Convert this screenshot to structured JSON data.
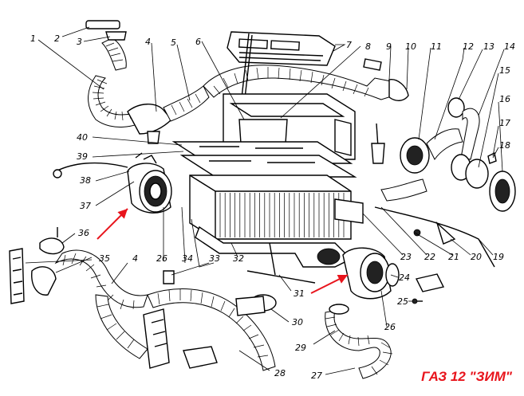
{
  "caption": {
    "text": "ГАЗ 12 \"ЗИМ\"",
    "color": "#e8141c"
  },
  "arrow_color": "#e8141c",
  "labels": {
    "l1": "1",
    "l2": "2",
    "l3": "3",
    "l4a": "4",
    "l5": "5",
    "l6": "6",
    "l7": "7",
    "l8": "8",
    "l9": "9",
    "l10": "10",
    "l11": "11",
    "l12": "12",
    "l13": "13",
    "l14": "14",
    "l15": "15",
    "l16": "16",
    "l17": "17",
    "l18": "18",
    "l19": "19",
    "l20": "20",
    "l21": "21",
    "l22": "22",
    "l23": "23",
    "l24": "24",
    "l25": "25",
    "l26a": "26",
    "l26b": "26",
    "l27": "27",
    "l28": "28",
    "l29": "29",
    "l30": "30",
    "l31": "31",
    "l32": "32",
    "l33": "33",
    "l34": "34",
    "l35": "35",
    "l36": "36",
    "l37": "37",
    "l38": "38",
    "l39": "39",
    "l40": "40",
    "l4b": "4"
  }
}
